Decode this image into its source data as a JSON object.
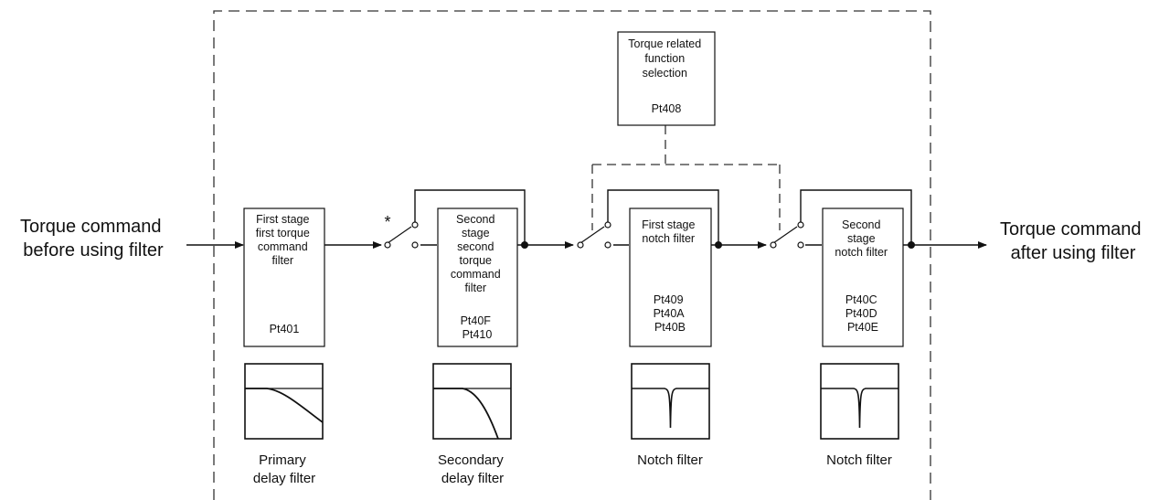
{
  "input_label": [
    "Torque command",
    "before using filter"
  ],
  "output_label": [
    "Torque command",
    "after using filter"
  ],
  "selection_block": {
    "lines": [
      "Torque related",
      "function",
      "selection"
    ],
    "param": "Pt408"
  },
  "switch_marker": "*",
  "blocks": [
    {
      "id": "first-torque-filter",
      "lines": [
        "First stage",
        "first torque",
        "command",
        "filter"
      ],
      "params": [
        "Pt401"
      ],
      "caption": [
        "Primary",
        "delay filter"
      ]
    },
    {
      "id": "second-torque-filter",
      "lines": [
        "Second",
        "stage",
        "second",
        "torque",
        "command",
        "filter"
      ],
      "params": [
        "Pt40F",
        "Pt410"
      ],
      "caption": [
        "Secondary",
        "delay filter"
      ]
    },
    {
      "id": "first-notch-filter",
      "lines": [
        "First stage",
        "notch filter"
      ],
      "params": [
        "Pt409",
        "Pt40A",
        "Pt40B"
      ],
      "caption": [
        "Notch filter"
      ]
    },
    {
      "id": "second-notch-filter",
      "lines": [
        "Second",
        "stage",
        "notch filter"
      ],
      "params": [
        "Pt40C",
        "Pt40D",
        "Pt40E"
      ],
      "caption": [
        "Notch filter"
      ]
    }
  ]
}
